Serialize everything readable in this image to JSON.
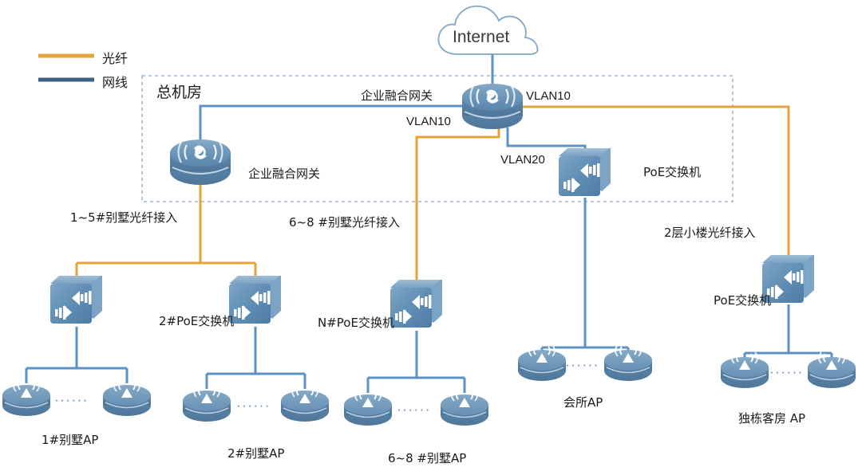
{
  "diagram": {
    "title_internet": "Internet",
    "room_label": "总机房"
  },
  "legend": {
    "items": [
      {
        "name": "fiber",
        "label": "光纤",
        "color": "#E5A33C"
      },
      {
        "name": "ethernet",
        "label": "网线",
        "color": "#3F5F80"
      }
    ]
  },
  "colors": {
    "fiber": "#E5A33C",
    "ethernet_dark": "#3F5F80",
    "link_blue": "#5B91C4",
    "device_blue": "#5E89AF",
    "dashed_border": "#8FA8C4"
  },
  "devices": {
    "internet_cloud": "Internet",
    "core_gateway": "企业融合网关",
    "left_gateway": "企业融合网关",
    "room_poe_switch": "PoE交换机",
    "villa1_switch": "",
    "villa2_switch": "2#PoE交换机",
    "villaN_switch": "N#PoE交换机",
    "building_switch": "PoE交换机"
  },
  "vlans": {
    "core_right": "VLAN10",
    "core_left": "VLAN10",
    "core_down": "VLAN20"
  },
  "links": {
    "villa_1_5_fiber": "1~5#别墅光纤接入",
    "villa_6_8_fiber": "6~8 #别墅光纤接入",
    "building_fiber": "2层小楼光纤接入"
  },
  "ap_groups": [
    {
      "name": "villa1",
      "label": "1#别墅AP",
      "ellipsis": "······"
    },
    {
      "name": "villa2",
      "label": "2#别墅AP",
      "ellipsis": "······"
    },
    {
      "name": "villa68",
      "label": "6~8 #别墅AP",
      "ellipsis": "······"
    },
    {
      "name": "clubhouse",
      "label": "会所AP",
      "ellipsis": "······"
    },
    {
      "name": "guestroom",
      "label": "独栋客房 AP",
      "ellipsis": "······"
    }
  ]
}
